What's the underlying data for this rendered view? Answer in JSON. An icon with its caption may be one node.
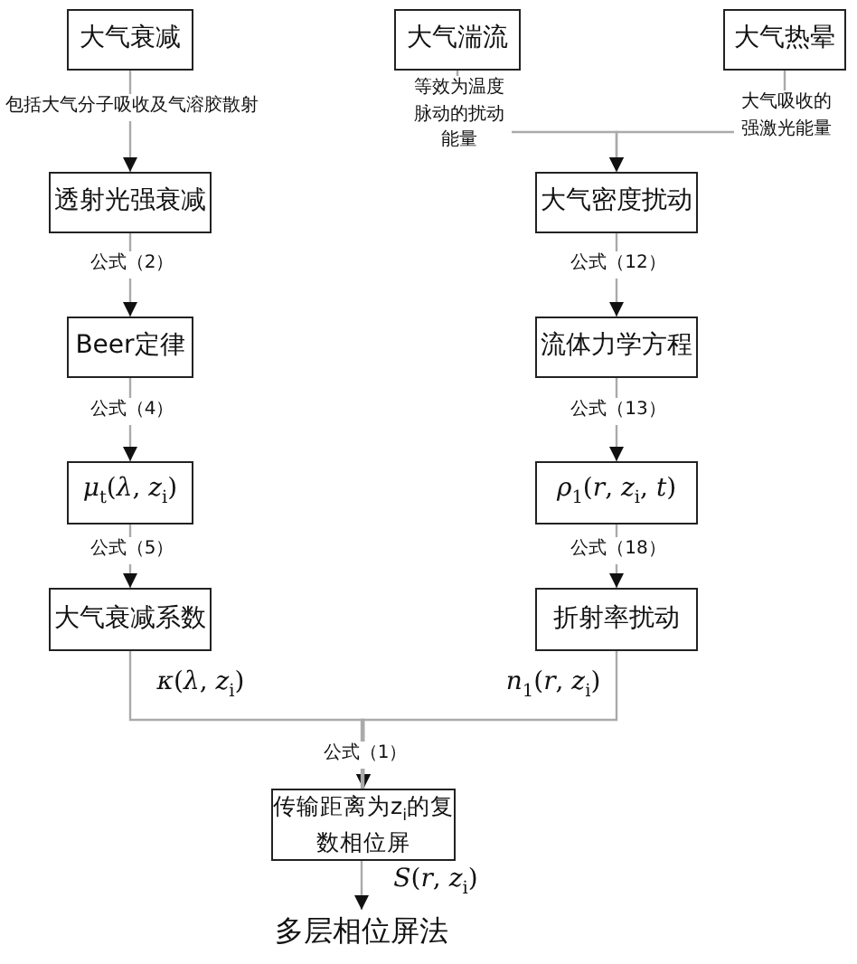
{
  "diagram": {
    "nodes": [
      {
        "text": [
          "大气衰减"
        ]
      },
      {
        "text": [
          "大气湍流"
        ]
      },
      {
        "text": [
          "大气热晕"
        ]
      },
      {
        "text": [
          "透射光强衰减"
        ]
      },
      {
        "text": [
          "大气密度扰动"
        ]
      },
      {
        "text": [
          "Beer定律"
        ]
      },
      {
        "text": [
          "流体力学方程"
        ]
      },
      {
        "text": [
          "*μ*$_{t}$(*λ*, *z*$_{i}$)"
        ]
      },
      {
        "text": [
          "*ρ*$_{1}$(*r*, *z*$_{i}$, *t*)"
        ]
      },
      {
        "text": [
          "大气衰减系数"
        ]
      },
      {
        "text": [
          "折射率扰动"
        ]
      },
      {
        "text": [
          "传输距离为z$_{i}$的复数相位屏"
        ]
      },
      {
        "text": [
          "多层相位屏法"
        ]
      }
    ],
    "edges": [
      {
        "from": 0,
        "to": 3,
        "arrow": "to",
        "label": "包括大气分子吸收及气溶胶散射"
      },
      {
        "from": 1,
        "to": 4,
        "arrow": "to",
        "label": "等效为温度脉动的扰动能量"
      },
      {
        "from": 2,
        "to": 4,
        "arrow": "to",
        "label": "大气吸收的强激光能量"
      },
      {
        "from": 3,
        "to": 5,
        "arrow": "to",
        "label": "公式（2）"
      },
      {
        "from": 4,
        "to": 6,
        "arrow": "to",
        "label": "公式（12）"
      },
      {
        "from": 5,
        "to": 7,
        "arrow": "to",
        "label": "公式（4）"
      },
      {
        "from": 6,
        "to": 8,
        "arrow": "to",
        "label": "公式（13）"
      },
      {
        "from": 7,
        "to": 9,
        "arrow": "to",
        "label": "公式（5）"
      },
      {
        "from": 8,
        "to": 10,
        "arrow": "to",
        "label": "公式（18）"
      },
      {
        "from": 9,
        "to": 11,
        "arrow": "to",
        "label": "*κ*(*λ*, *z*$_{i}$)"
      },
      {
        "from": 10,
        "to": 11,
        "arrow": "to",
        "label": "*n*$_{1}$(*r*, *z*$_{i}$)"
      },
      {
        "from": 11,
        "to": 12,
        "arrow": "to",
        "label": "*S*(*r*, *z*$_{i}$)"
      }
    ],
    "labels": [
      "公式（1）"
    ]
  }
}
